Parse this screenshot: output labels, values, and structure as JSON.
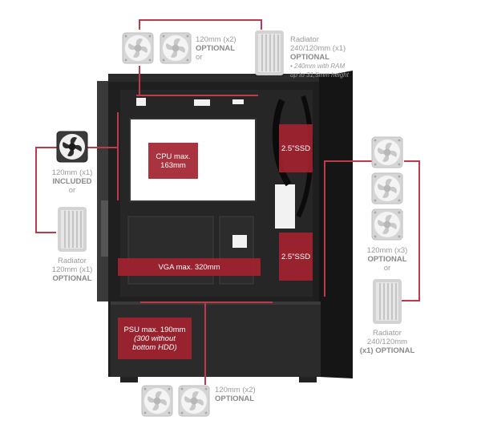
{
  "top": {
    "fans": "120mm (x2)",
    "fans_optional": "OPTIONAL",
    "fans_or": "or",
    "radiator": "Radiator",
    "radiator_size": "240/120mm (x1)",
    "radiator_optional": "OPTIONAL",
    "radiator_note1": "• 240mm with RAM",
    "radiator_note2": "up to 31,5mm height"
  },
  "left": {
    "fan": "120mm (x1)",
    "fan_included": "INCLUDED",
    "fan_or": "or",
    "radiator": "Radiator",
    "radiator_size": "120mm (x1)",
    "radiator_optional": "OPTIONAL"
  },
  "right": {
    "fans": "120mm (x3)",
    "fans_optional": "OPTIONAL",
    "fans_or": "or",
    "radiator": "Radiator",
    "radiator_size": "240/120mm",
    "radiator_optional": "(x1) OPTIONAL"
  },
  "bottom": {
    "fans": "120mm (x2)",
    "fans_optional": "OPTIONAL"
  },
  "callouts": {
    "cpu_line1": "CPU max.",
    "cpu_line2": "163mm",
    "ssd_top": "2.5\"SSD",
    "ssd_bottom": "2.5\"SSD",
    "vga": "VGA max. 320mm",
    "psu_line1": "PSU max. 190mm",
    "psu_line2": "(300 without",
    "psu_line3": "bottom HDD)"
  },
  "colors": {
    "accent": "#a32230",
    "case": "#1c1c1c",
    "fan_gray": "#cfcfcf"
  }
}
